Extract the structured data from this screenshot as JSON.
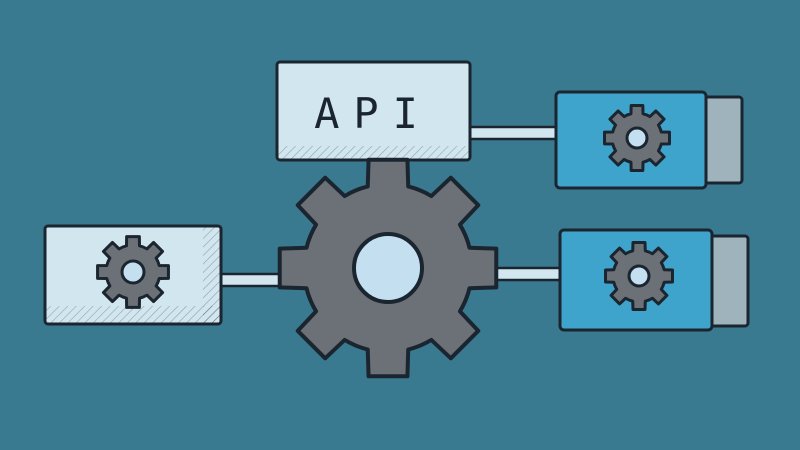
{
  "colors": {
    "background": "#3a7a90",
    "outline": "#1b2530",
    "pale_box": "#d2e6f0",
    "blue_box": "#3fa4cc",
    "tab": "#9fb3bd",
    "gear": "#6b7176",
    "hub": "#c3dff0"
  },
  "api_box": {
    "label": "API"
  },
  "nodes": [
    {
      "id": "api",
      "icon": "text-label"
    },
    {
      "id": "left-service",
      "icon": "gear-icon"
    },
    {
      "id": "right-service-top",
      "icon": "gear-icon"
    },
    {
      "id": "right-service-bottom",
      "icon": "gear-icon"
    },
    {
      "id": "central-engine",
      "icon": "large-gear-icon"
    }
  ],
  "connections": [
    {
      "from": "api",
      "to": "right-service-top"
    },
    {
      "from": "left-service",
      "to": "central-engine"
    },
    {
      "from": "central-engine",
      "to": "right-service-bottom"
    },
    {
      "from": "central-engine",
      "to": "api"
    }
  ]
}
